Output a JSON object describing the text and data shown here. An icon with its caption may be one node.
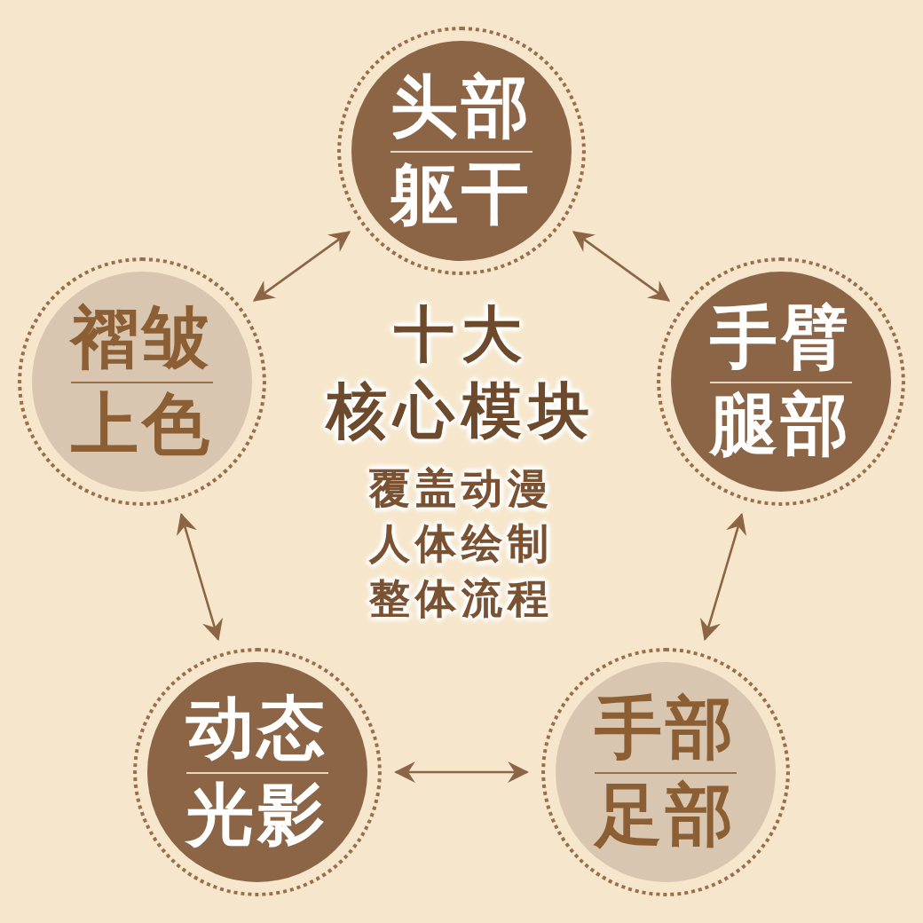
{
  "diagram": {
    "title": "十大核心模块",
    "nodes": [
      {
        "text": [
          "头部",
          "躯干"
        ]
      },
      {
        "text": [
          "褶皱",
          "上色"
        ]
      },
      {
        "text": [
          "手臂",
          "腿部"
        ]
      },
      {
        "text": [
          "动态",
          "光影"
        ]
      },
      {
        "text": [
          "手部",
          "足部"
        ]
      }
    ],
    "edges": [
      {
        "from": 0,
        "to": 2,
        "arrow": "both"
      },
      {
        "from": 2,
        "to": 4,
        "arrow": "both"
      },
      {
        "from": 4,
        "to": 3,
        "arrow": "both"
      },
      {
        "from": 3,
        "to": 1,
        "arrow": "both"
      },
      {
        "from": 1,
        "to": 0,
        "arrow": "both"
      }
    ],
    "labels": [
      "覆盖动漫",
      "人体绘制",
      "整体流程"
    ]
  }
}
